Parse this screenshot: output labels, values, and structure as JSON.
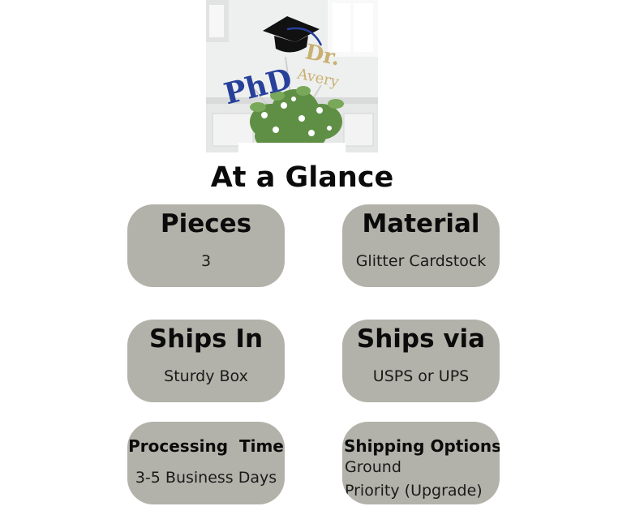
{
  "heading": "At a Glance",
  "photo": {
    "topper_text_left": "PhD",
    "topper_text_right_line1": "Dr.",
    "topper_text_right_line2": "Avery"
  },
  "cards": {
    "pieces": {
      "title": "Pieces",
      "value": "3"
    },
    "material": {
      "title": "Material",
      "value": "Glitter Cardstock"
    },
    "ships_in": {
      "title": "Ships In",
      "value": "Sturdy Box"
    },
    "ships_via": {
      "title": "Ships via",
      "value": "USPS or UPS"
    },
    "processing_time": {
      "title": "Processing  Time",
      "value": "3-5 Business Days"
    },
    "shipping_options": {
      "title": "Shipping Options",
      "values": [
        "Ground",
        "Priority (Upgrade)"
      ]
    }
  },
  "colors": {
    "card_background": "#b3b2aa",
    "text": "#0b0b0b",
    "topper_blue": "#27409a",
    "topper_gold": "#c9b071",
    "cap_black": "#111111",
    "foliage_green": "#5f8f45"
  }
}
